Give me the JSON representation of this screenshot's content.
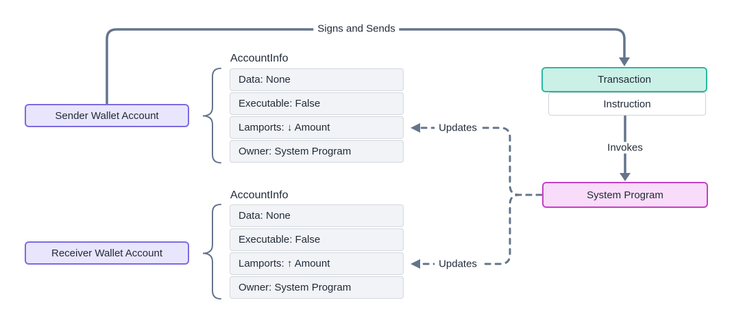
{
  "nodes": {
    "sender_wallet": "Sender Wallet Account",
    "receiver_wallet": "Receiver Wallet Account",
    "transaction": "Transaction",
    "instruction": "Instruction",
    "system_program": "System Program"
  },
  "edges": {
    "signs_and_sends": "Signs and Sends",
    "invokes": "Invokes",
    "updates_sender": "Updates",
    "updates_receiver": "Updates"
  },
  "sender_account": {
    "title": "AccountInfo",
    "rows": [
      "Data: None",
      "Executable: False",
      "Lamports: ↓ Amount",
      "Owner: System Program"
    ]
  },
  "receiver_account": {
    "title": "AccountInfo",
    "rows": [
      "Data: None",
      "Executable: False",
      "Lamports: ↑ Amount",
      "Owner: System Program"
    ]
  },
  "colors": {
    "bg": "#ffffff",
    "text": "#1f2937",
    "line": "#64748b",
    "wallet-fill": "#e8e5fc",
    "wallet-border": "#7a6be1",
    "transaction-fill": "#cbf0e6",
    "transaction-border": "#2bb7a0",
    "system-fill": "#f9dcf9",
    "system-border": "#c33fc6",
    "row-fill": "#f1f3f6",
    "row-border": "#d3d8de"
  }
}
